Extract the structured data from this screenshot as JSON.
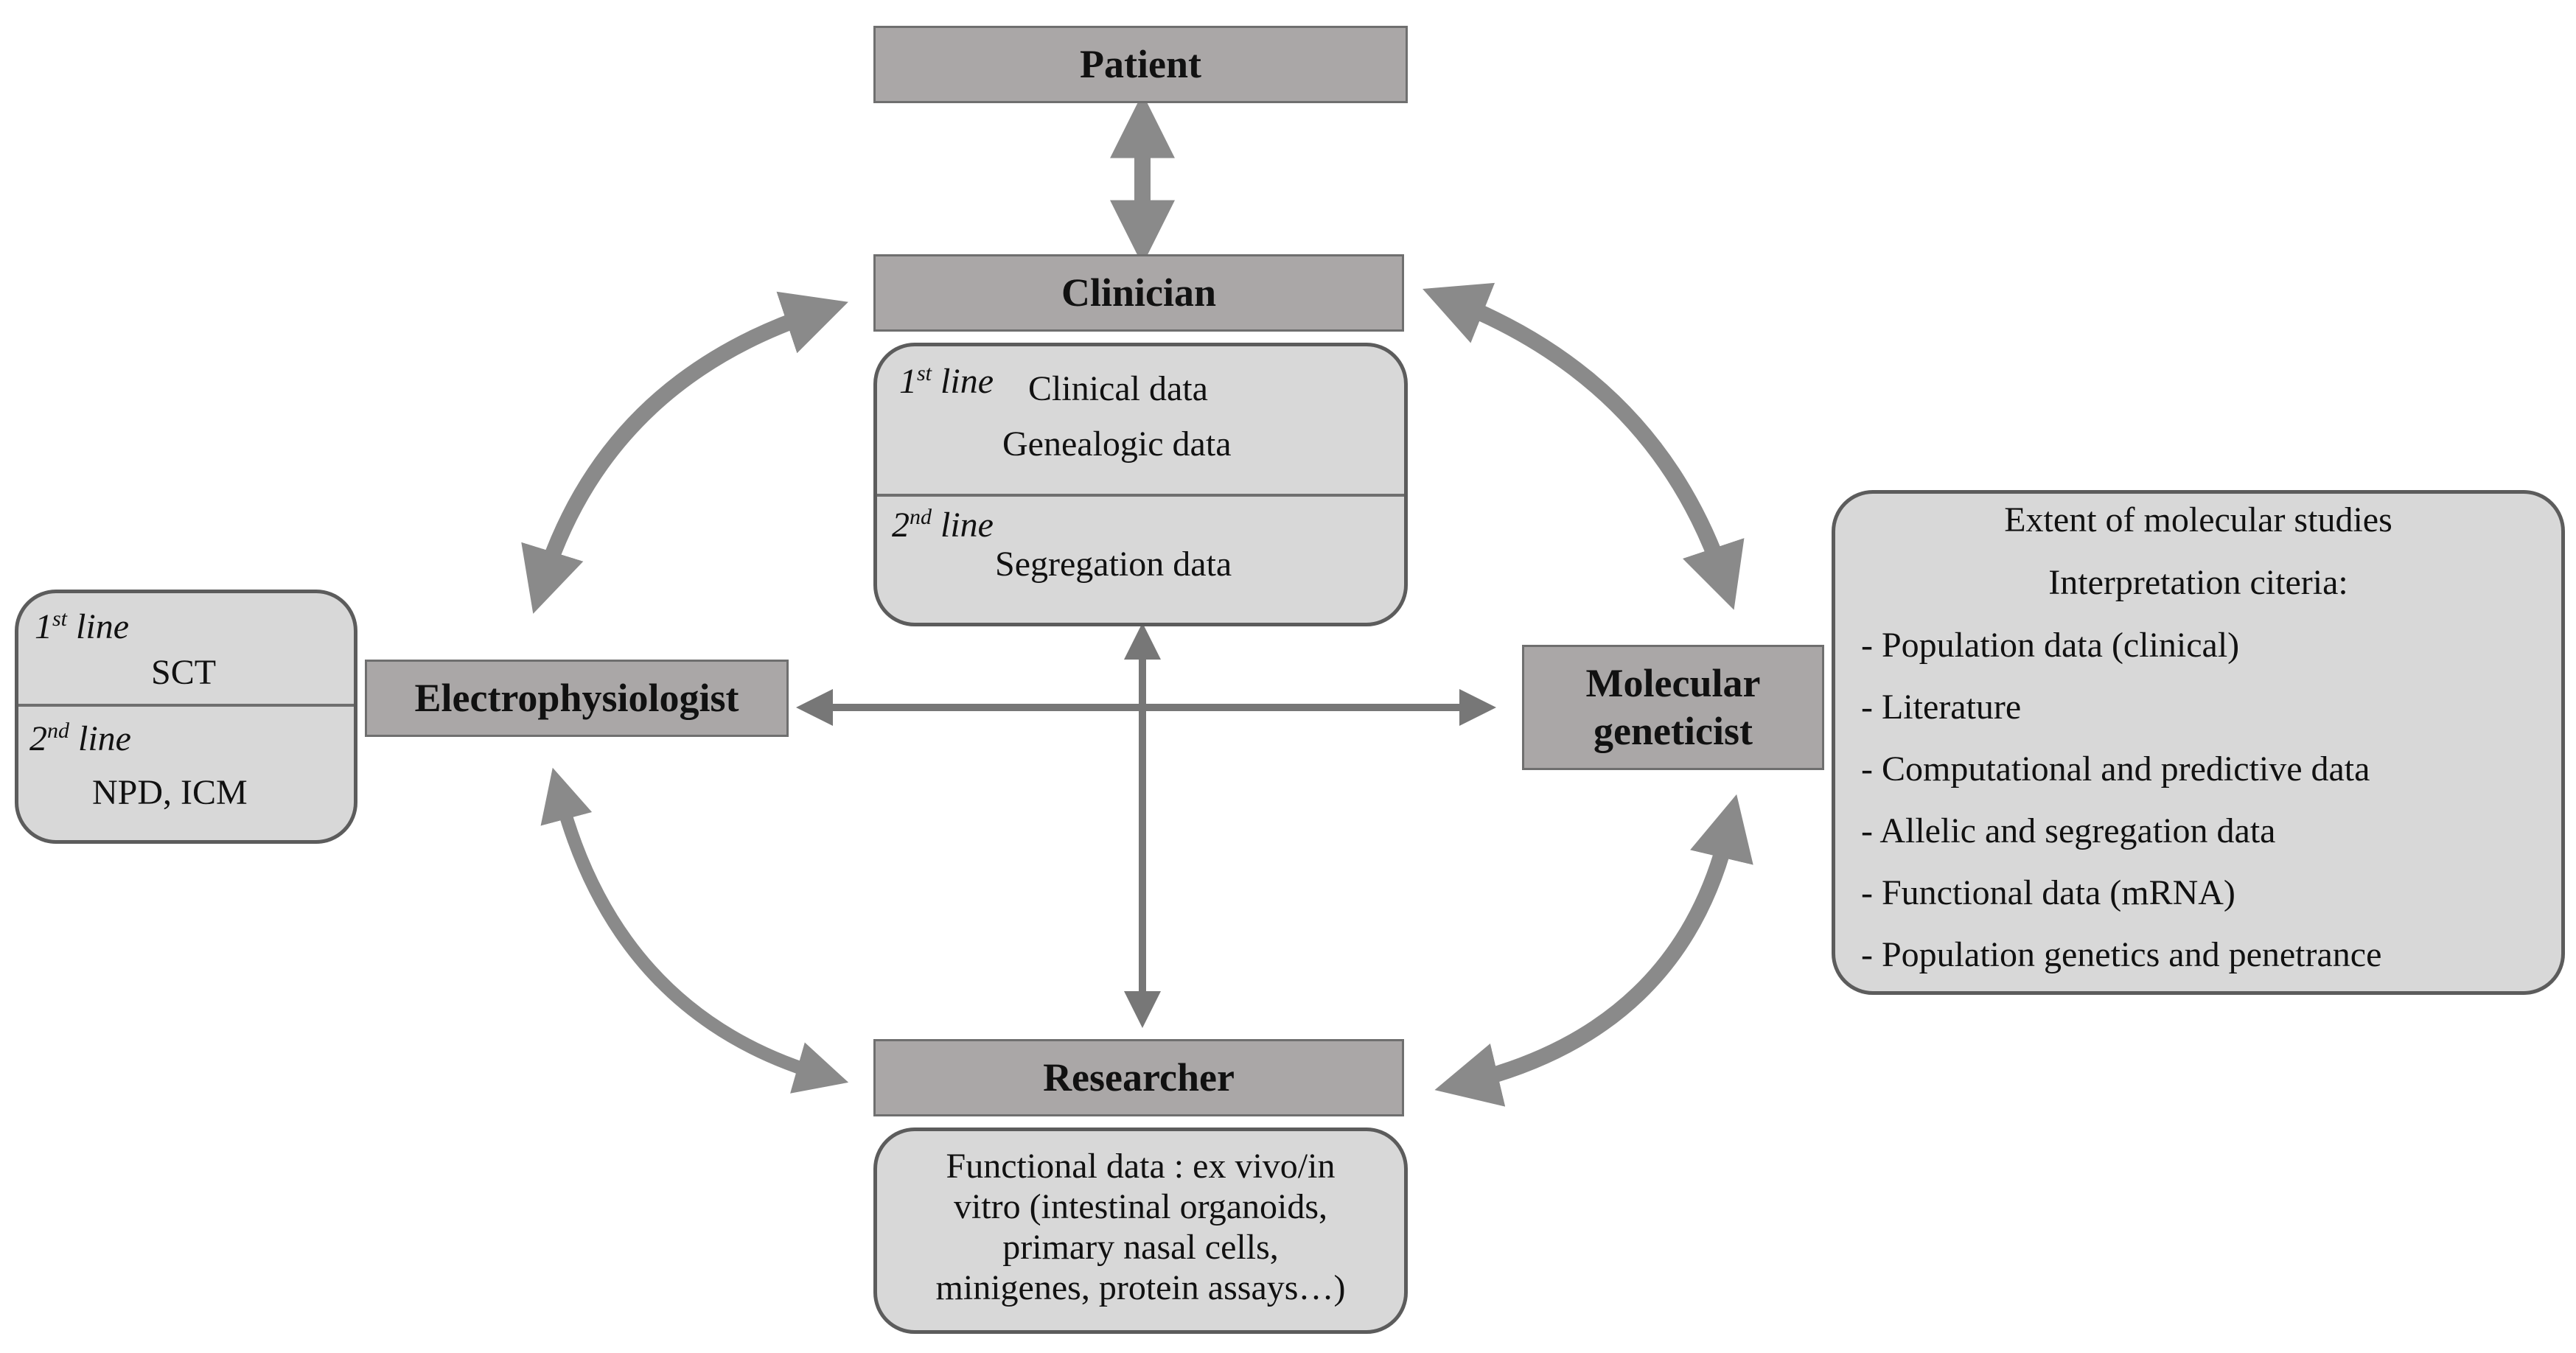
{
  "roles": {
    "patient": "Patient",
    "clinician": "Clinician",
    "electrophysiologist": "Electrophysiologist",
    "molecular_line1": "Molecular",
    "molecular_line2": "geneticist",
    "researcher": "Researcher"
  },
  "clinician_panel": {
    "first_line_num": "1",
    "first_line_sup": "st",
    "first_line_word": " line",
    "clinical": "Clinical data",
    "genealogic": "Genealogic data",
    "second_line_num": "2",
    "second_line_sup": "nd",
    "second_line_word": " line",
    "segregation": "Segregation data"
  },
  "electro_panel": {
    "first_line_num": "1",
    "first_line_sup": "st",
    "first_line_word": " line",
    "sct": "SCT",
    "second_line_num": "2",
    "second_line_sup": "nd",
    "second_line_word": " line",
    "npd": "NPD, ICM"
  },
  "molecular_panel": {
    "title": "Extent of molecular studies",
    "subtitle": "Interpretation citeria:",
    "items": [
      "- Population data (clinical)",
      "- Literature",
      "- Computational and predictive data",
      "- Allelic  and segregation data",
      "- Functional data (mRNA)",
      "- Population genetics and penetrance"
    ]
  },
  "researcher_panel": {
    "lines": [
      "Functional data : ex vivo/in",
      "vitro (intestinal organoids,",
      "primary nasal cells,",
      "minigenes, protein assays…)"
    ]
  },
  "colors": {
    "arrow": "#8a8a8a",
    "role_fill": "#aaa7a7",
    "panel_fill": "#d8d8d8"
  }
}
